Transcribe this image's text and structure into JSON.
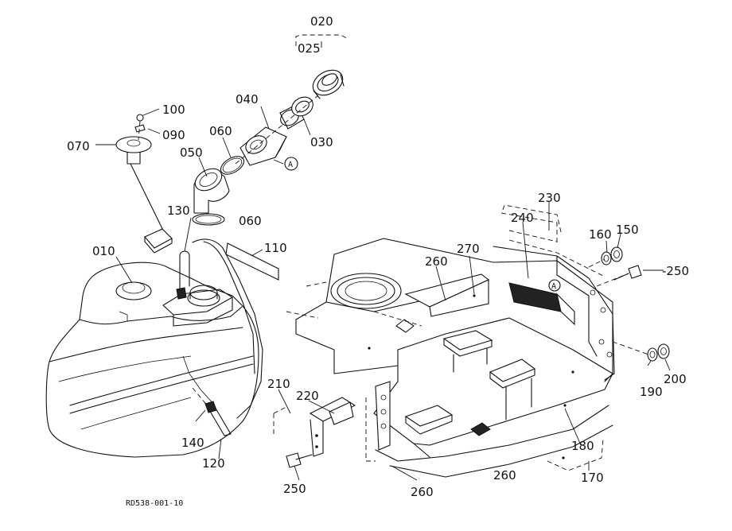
{
  "drawing_id": "RD538-001-10",
  "callout_symbol": "A",
  "parts": {
    "p010": "010",
    "p020": "020",
    "p025": "025",
    "p030": "030",
    "p040": "040",
    "p050": "050",
    "p060a": "060",
    "p060b": "060",
    "p070": "070",
    "p090": "090",
    "p100": "100",
    "p110": "110",
    "p120": "120",
    "p130": "130",
    "p140": "140",
    "p150": "150",
    "p160": "160",
    "p170": "170",
    "p180": "180",
    "p190": "190",
    "p200": "200",
    "p210": "210",
    "p220": "220",
    "p230": "230",
    "p240": "240",
    "p250a": "-250",
    "p250b": "250",
    "p260a": "260",
    "p260b": "260",
    "p260c": "260",
    "p270": "270"
  }
}
